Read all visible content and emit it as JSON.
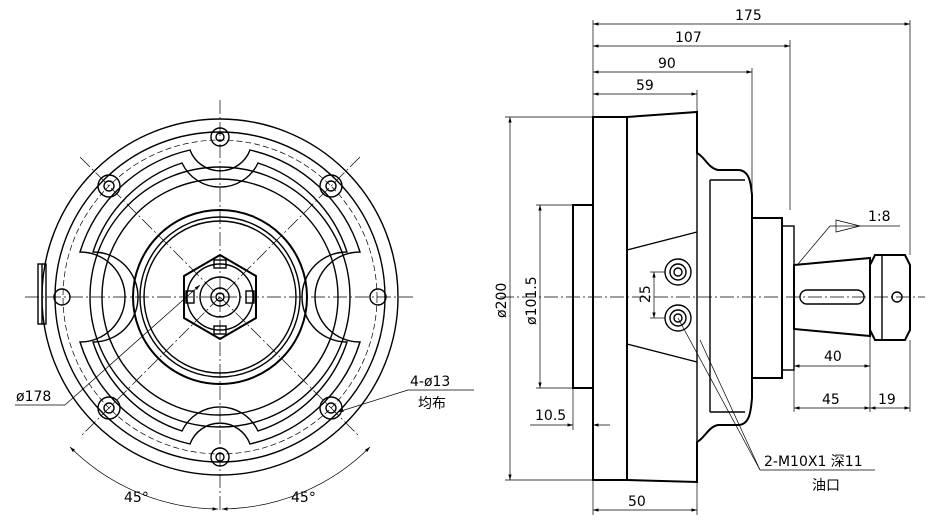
{
  "front_view": {
    "dia_label": "ø178",
    "holes_label": "4-ø13",
    "holes_note": "均布",
    "angle_left": "45°",
    "angle_right": "45°"
  },
  "side_view": {
    "dim_175": "175",
    "dim_107": "107",
    "dim_90": "90",
    "dim_59": "59",
    "dim_200": "ø200",
    "dim_101_5": "ø101.5",
    "dim_25": "25",
    "dim_10_5": "10.5",
    "dim_50": "50",
    "dim_40": "40",
    "dim_45": "45",
    "dim_19": "19",
    "taper": "1:8",
    "thread_label": "2-M10X1 深11",
    "oil_port": "油口"
  }
}
